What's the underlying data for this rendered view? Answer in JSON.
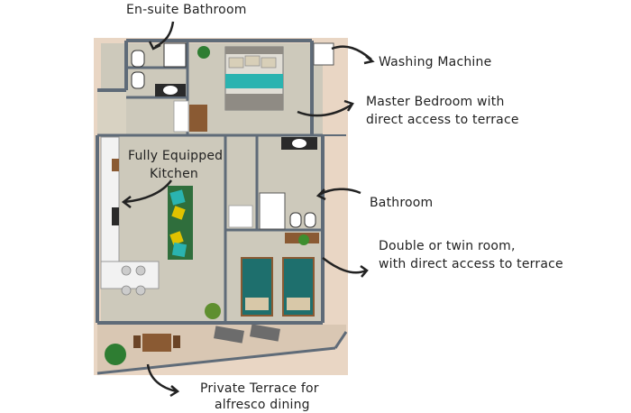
{
  "labels": {
    "ensuite": "En-suite Bathroom",
    "washing": "Washing Machine",
    "master_line1": "Master Bedroom with",
    "master_line2": "direct access to terrace",
    "kitchen_line1": "Fully Equipped",
    "kitchen_line2": "Kitchen",
    "bathroom": "Bathroom",
    "twin_line1": "Double or twin room,",
    "twin_line2": "with direct access to terrace",
    "terrace_line1": "Private Terrace for",
    "terrace_line2": "alfresco dining"
  },
  "colors": {
    "wall": "#5f6b78",
    "floor": "#cfcbbd",
    "surround": "#e9d6c4",
    "teal": "#2ab3b0",
    "wood": "#8a5a33",
    "arrow": "#222222"
  }
}
